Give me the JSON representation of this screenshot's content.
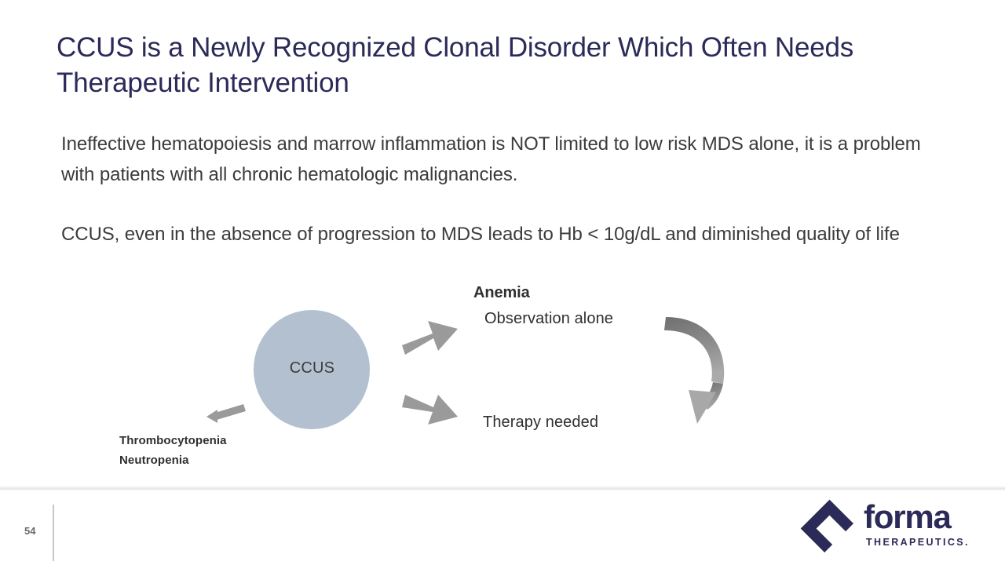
{
  "slide": {
    "page_number": "54",
    "title": "CCUS is a Newly Recognized Clonal Disorder Which Often Needs Therapeutic Intervention",
    "title_color": "#2b2a58",
    "background_color": "#ffffff"
  },
  "body": {
    "paragraph_1": "Ineffective hematopoiesis and marrow inflammation is NOT limited to low risk MDS alone, it is a problem with patients with all chronic hematologic malignancies.",
    "paragraph_2": "CCUS, even in the absence of progression to MDS leads to Hb < 10g/dL and diminished quality of life"
  },
  "diagram": {
    "center_node_label": "CCUS",
    "center_node_color": "#b2c0cf",
    "arrow_color": "#9a9a9a",
    "arrow_color_dark": "#7b7b7b",
    "branches": {
      "anemia_heading": "Anemia",
      "anemia_option_1": "Observation alone",
      "anemia_option_2": "Therapy needed",
      "cytopenias_line_1": "Thrombocytopenia",
      "cytopenias_line_2": "Neutropenia"
    }
  },
  "logo": {
    "brand": "forma",
    "tagline": "THERAPEUTICS.",
    "navy": "#2b2a58",
    "green": "#a4ce39"
  }
}
